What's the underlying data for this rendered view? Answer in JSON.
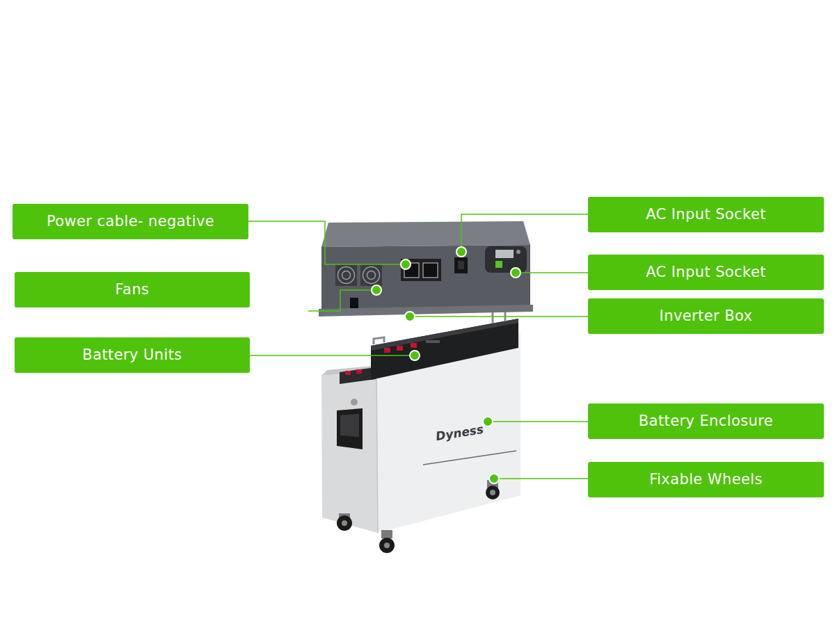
{
  "diagram": {
    "nodes": [
      {
        "text": [
          "Power cable- negative"
        ]
      },
      {
        "text": [
          "Fans"
        ]
      },
      {
        "text": [
          "Battery Units"
        ]
      },
      {
        "text": [
          "AC Input Socket"
        ]
      },
      {
        "text": [
          "AC Input Socket"
        ]
      },
      {
        "text": [
          "Inverter Box"
        ]
      },
      {
        "text": [
          "Battery Enclosure"
        ]
      },
      {
        "text": [
          "Fixable Wheels"
        ]
      }
    ],
    "labels": [
      "Dyness"
    ]
  }
}
